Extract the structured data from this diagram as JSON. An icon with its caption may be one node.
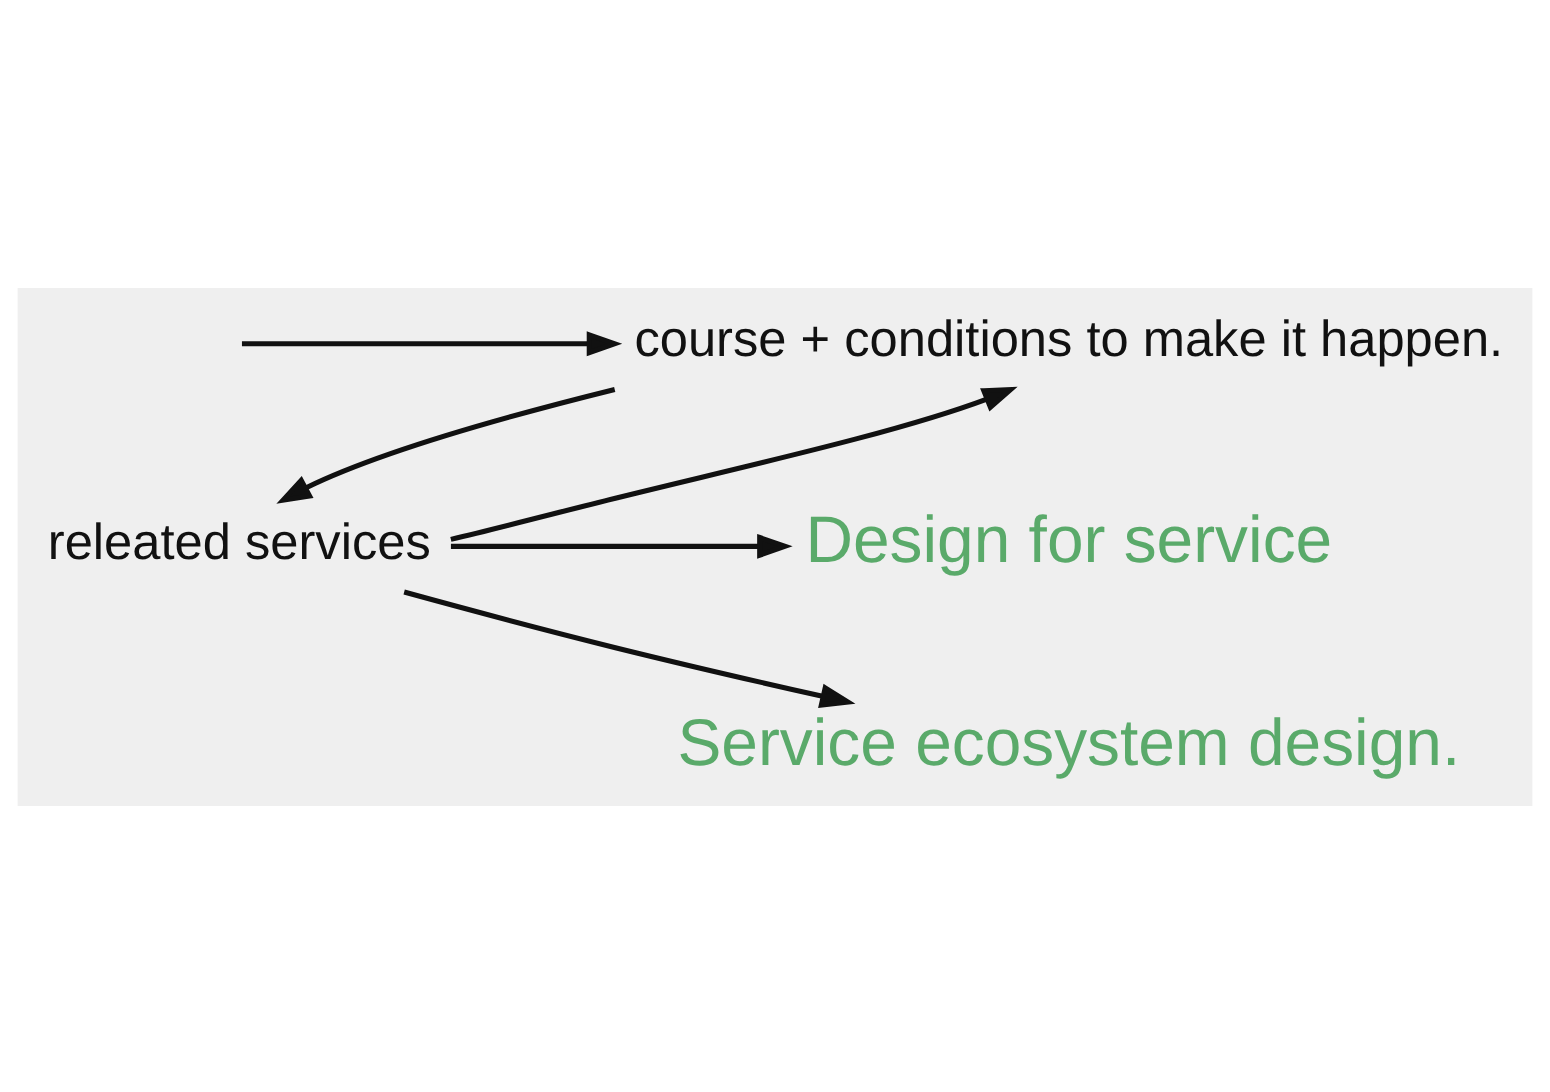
{
  "diagram": {
    "nodes": [
      {
        "text": [
          "course + conditions to make it happen."
        ]
      },
      {
        "text": [
          "releated services"
        ]
      },
      {
        "text": [
          "Design for service"
        ]
      },
      {
        "text": [
          "Service ecosystem design."
        ]
      }
    ],
    "edges": [
      {
        "from": 1,
        "to": 0,
        "arrow": "to"
      },
      {
        "from": 0,
        "to": 1,
        "arrow": "to"
      },
      {
        "from": 1,
        "to": 2,
        "arrow": "to"
      },
      {
        "from": 1,
        "to": 3,
        "arrow": "to"
      },
      {
        "from": null,
        "to": 0,
        "arrow": "to"
      }
    ]
  }
}
